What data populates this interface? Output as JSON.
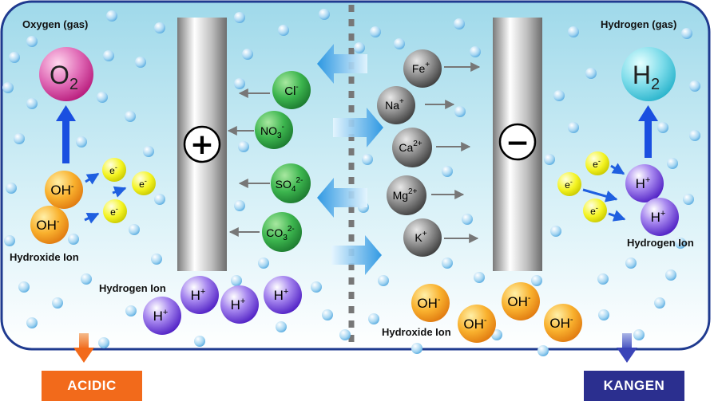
{
  "labels": {
    "oxygen_gas": "Oxygen (gas)",
    "hydrogen_gas": "Hydrogen (gas)",
    "hydroxide_ion_left": "Hydroxide Ion",
    "hydrogen_ion_left": "Hydrogen Ion",
    "hydroxide_ion_right": "Hydroxide Ion",
    "hydrogen_ion_right": "Hydrogen Ion",
    "acidic": "ACIDIC",
    "kangen": "KANGEN"
  },
  "molecules": {
    "o2": {
      "main": "O",
      "sub": "2"
    },
    "h2": {
      "main": "H",
      "sub": "2"
    }
  },
  "electrodes": {
    "anode_sign": "+",
    "cathode_sign": "−"
  },
  "electron": {
    "text": "e",
    "sup": "-"
  },
  "hydroxide": {
    "text": "OH",
    "sup": "-"
  },
  "hydrogen": {
    "text": "H",
    "sup": "+"
  },
  "anions": [
    {
      "main": "Cl",
      "sub": "",
      "sup": "-"
    },
    {
      "main": "NO",
      "sub": "3",
      "sup": "-"
    },
    {
      "main": "SO",
      "sub": "4",
      "sup": "2-"
    },
    {
      "main": "CO",
      "sub": "3",
      "sup": "2-"
    }
  ],
  "cations": [
    {
      "main": "Fe",
      "sup": "+"
    },
    {
      "main": "Na",
      "sup": "+"
    },
    {
      "main": "Ca",
      "sup": "2+"
    },
    {
      "main": "Mg",
      "sup": "2+"
    },
    {
      "main": "K",
      "sup": "+"
    }
  ],
  "colors": {
    "tank_border": "#1f3a8f",
    "water_top": "#9fd9ea",
    "water_bottom": "#ffffff",
    "anion_green": "#2fa84a",
    "cation_gray": "#555555",
    "hydroxide_orange": "#f59a1c",
    "hydrogen_purple": "#6a3fd8",
    "electron_yellow": "#f2f20a",
    "o2_magenta": "#d83c9a",
    "h2_cyan": "#4fcde0",
    "acidic": "#f26a1b",
    "kangen": "#2b2f8f"
  }
}
